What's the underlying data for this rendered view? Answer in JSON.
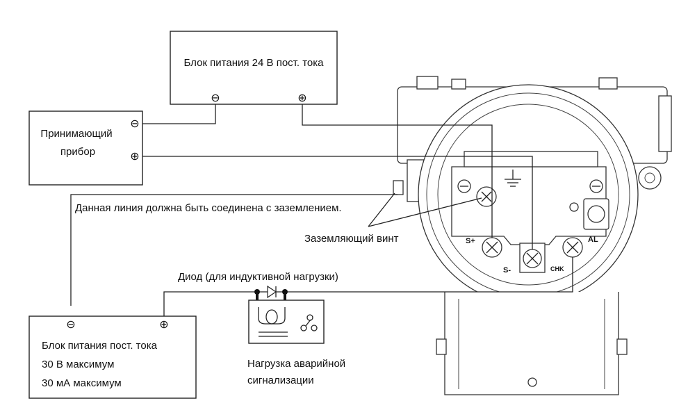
{
  "power_supply_24v": {
    "label": "Блок питания 24 В пост. тока",
    "minus": "⊖",
    "plus": "⊕"
  },
  "receiver": {
    "line1": "Принимающий",
    "line2": "прибор",
    "minus": "⊖",
    "plus": "⊕"
  },
  "ground_note": "Данная линия должна быть соединена с заземлением.",
  "ground_screw": "Заземляющий винт",
  "diode_label": "Диод (для индуктивной нагрузки)",
  "dc_supply": {
    "line1": "Блок питания пост. тока",
    "line2": "30 В максимум",
    "line3": "30 мА  максимум",
    "minus": "⊖",
    "plus": "⊕"
  },
  "alarm_load": {
    "line1": "Нагрузка аварийной",
    "line2": "сигнализации"
  },
  "terminals": {
    "s_plus": "S+",
    "s_minus": "S-",
    "chk": "CHK",
    "al": "AL"
  }
}
